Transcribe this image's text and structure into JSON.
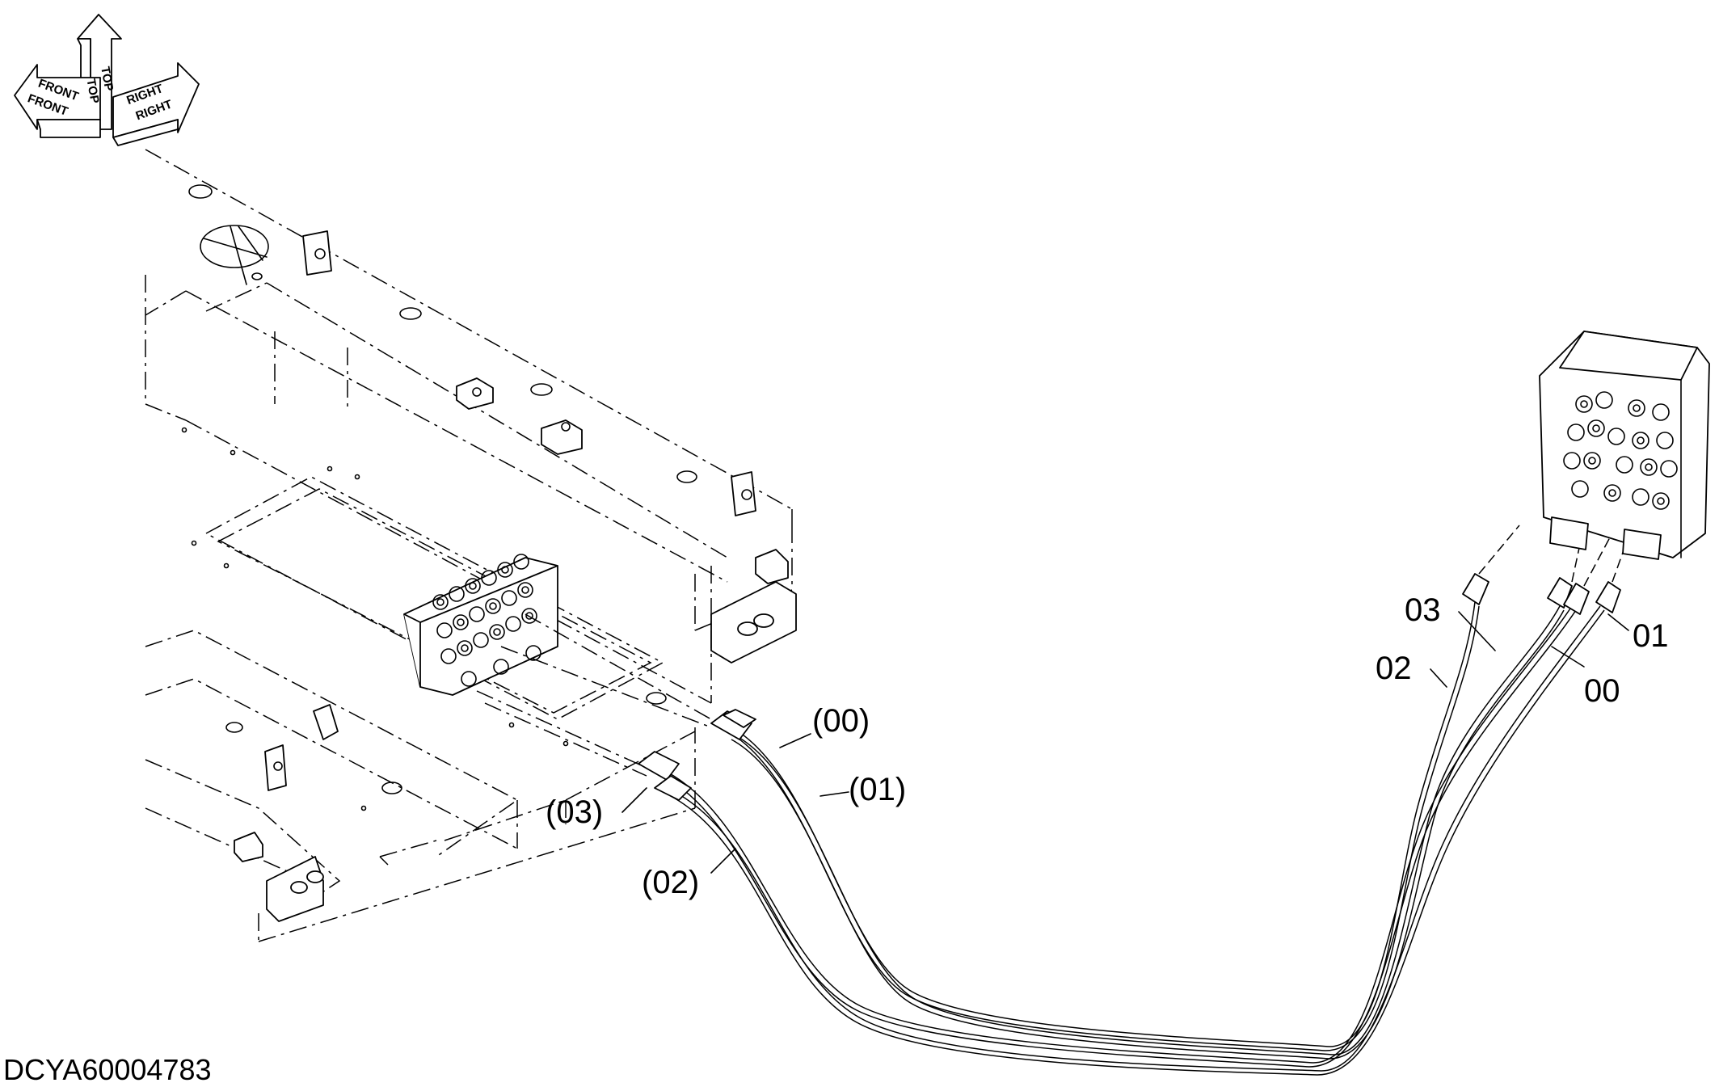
{
  "orientation": {
    "front_upper": "FRONT",
    "front_lower": "FRONT",
    "top_left": "TOP",
    "top_right": "TOP",
    "right_upper": "RIGHT",
    "right_lower": "RIGHT"
  },
  "callouts": {
    "lower_00": "(00)",
    "lower_01": "(01)",
    "lower_02": "(02)",
    "lower_03": "(03)",
    "upper_00": "00",
    "upper_01": "01",
    "upper_02": "02",
    "upper_03": "03"
  },
  "drawing_code": "DCYA60004783"
}
